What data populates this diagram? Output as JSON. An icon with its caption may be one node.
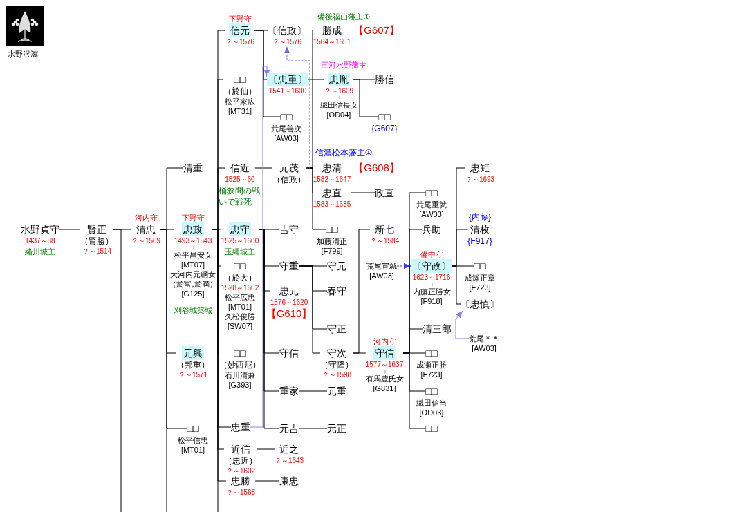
{
  "diagram": {
    "nodes": [
      {
        "text": [
          "水野貞守",
          "1437～88"
        ],
        "beside": [
          "緒川城主"
        ]
      },
      {
        "text": [
          "賢正",
          "（賢勝）",
          "？～1514"
        ]
      },
      {
        "text": [
          "河内守",
          "清忠",
          "？～1509"
        ]
      },
      {
        "text": [
          "清重"
        ]
      },
      {
        "text": [
          "下野守",
          "忠政",
          "1493～1543"
        ],
        "beside": [
          "松平昌安女",
          "[MT07]",
          "大河内元綱女",
          "（於富,於満）",
          "[G125]",
          "刈谷城築城"
        ]
      },
      {
        "text": [
          "元興",
          "（邦重）",
          "？～1571"
        ]
      },
      {
        "text": [
          "□□"
        ],
        "beside": [
          "松平信忠",
          "[MT01]"
        ]
      },
      {
        "text": [
          "下野守",
          "信元",
          "？～1576"
        ]
      },
      {
        "text": [
          "□□",
          "（於仙）"
        ],
        "beside": [
          "松平家広",
          "[MT31]"
        ]
      },
      {
        "text": [
          "信近",
          "1525～60"
        ],
        "beside": [
          "桶狭間の戦いで戦死"
        ]
      },
      {
        "text": [
          "忠守",
          "1525～1600"
        ],
        "beside": [
          "玉縄城主"
        ]
      },
      {
        "text": [
          "□□",
          "（於大）",
          "1528～1602"
        ],
        "beside": [
          "松平広忠",
          "[MT01]",
          "久松俊勝",
          "[SW07]"
        ]
      },
      {
        "text": [
          "□□",
          "（妙西尼）"
        ],
        "beside": [
          "石川清兼",
          "[G393]"
        ]
      },
      {
        "text": [
          "忠重"
        ]
      },
      {
        "text": [
          "近信",
          "（忠近）",
          "？～1602"
        ]
      },
      {
        "text": [
          "忠勝",
          "？～1568"
        ]
      },
      {
        "text": [
          "〔信政〕",
          "？～1576"
        ]
      },
      {
        "text": [
          "〔忠重〕",
          "1541～1600"
        ]
      },
      {
        "text": [
          "□□"
        ],
        "beside": [
          "荒尾善次",
          "[AW03]"
        ]
      },
      {
        "text": [
          "元茂",
          "（信政）"
        ]
      },
      {
        "text": [
          "吉守"
        ]
      },
      {
        "text": [
          "守重"
        ]
      },
      {
        "text": [
          "忠元",
          "1576～1620"
        ],
        "beside": [
          "【G610】"
        ]
      },
      {
        "text": [
          "守信"
        ]
      },
      {
        "text": [
          "重家"
        ]
      },
      {
        "text": [
          "元吉"
        ]
      },
      {
        "text": [
          "近之",
          "？～1643"
        ]
      },
      {
        "text": [
          "康忠"
        ]
      },
      {
        "text": [
          "忠胤",
          "？～1609"
        ],
        "beside": [
          "織田信長女",
          "[OD04]"
        ]
      },
      {
        "text": [
          "勝信"
        ]
      },
      {
        "text": [
          "□□"
        ],
        "beside": [
          "{G607}"
        ]
      },
      {
        "text": [
          "勝成",
          "1564～1651"
        ],
        "beside": [
          "【G607】"
        ]
      },
      {
        "text": [
          "忠清",
          "1582～1647"
        ],
        "beside": [
          "【G608】"
        ]
      },
      {
        "text": [
          "忠直",
          "1583～1635"
        ]
      },
      {
        "text": [
          "政直"
        ]
      },
      {
        "text": [
          "□□"
        ],
        "beside": [
          "加藤清正",
          "[F799]"
        ]
      },
      {
        "text": [
          "守元"
        ]
      },
      {
        "text": [
          "春守"
        ]
      },
      {
        "text": [
          "守正"
        ]
      },
      {
        "text": [
          "守次",
          "（守隆）",
          "？～1598"
        ]
      },
      {
        "text": [
          "元重"
        ]
      },
      {
        "text": [
          "元正"
        ]
      },
      {
        "text": [
          "河内守",
          "守信",
          "1577～1637"
        ],
        "beside": [
          "有馬豊氏女",
          "[G831]"
        ]
      },
      {
        "text": [
          "新七",
          "？～1584"
        ]
      },
      {
        "text": [
          "荒尾宣就",
          "[AW03]"
        ]
      },
      {
        "text": [
          "□□"
        ],
        "beside": [
          "荒尾重就",
          "[AW03]"
        ]
      },
      {
        "text": [
          "兵助"
        ]
      },
      {
        "text": [
          "備中守",
          "〔守政〕",
          "1623～1716"
        ],
        "beside": [
          "内藤正勝女",
          "[F918]"
        ]
      },
      {
        "text": [
          "清三郎"
        ]
      },
      {
        "text": [
          "□□"
        ],
        "beside": [
          "成瀬正勝",
          "[F723]"
        ]
      },
      {
        "text": [
          "□□"
        ],
        "beside": [
          "織田信当",
          "[OD03]"
        ]
      },
      {
        "text": [
          "□□"
        ]
      },
      {
        "text": [
          "忠矩",
          "？～1693"
        ]
      },
      {
        "text": [
          "{内藤}",
          "清枚",
          "{F917}"
        ]
      },
      {
        "text": [
          "□□"
        ],
        "beside": [
          "成瀬正章",
          "[F723]"
        ]
      },
      {
        "text": [
          "〔忠慎〕"
        ]
      },
      {
        "text": [
          "荒尾＊＊",
          "[AW03]"
        ]
      }
    ],
    "edges": [
      {
        "from": 0,
        "to": 1,
        "arrow": "none"
      },
      {
        "from": 1,
        "to": 2,
        "arrow": "none"
      },
      {
        "from": 1,
        "to": null,
        "arrow": "none"
      },
      {
        "from": 2,
        "to": 3,
        "arrow": "none"
      },
      {
        "from": 2,
        "to": 4,
        "arrow": "none"
      },
      {
        "from": 2,
        "to": 5,
        "arrow": "none"
      },
      {
        "from": 2,
        "to": 6,
        "arrow": "none"
      },
      {
        "from": 2,
        "to": null,
        "arrow": "none"
      },
      {
        "from": 4,
        "to": 7,
        "arrow": "none"
      },
      {
        "from": 4,
        "to": 8,
        "arrow": "none"
      },
      {
        "from": 4,
        "to": 9,
        "arrow": "none"
      },
      {
        "from": 4,
        "to": 10,
        "arrow": "none"
      },
      {
        "from": 4,
        "to": 11,
        "arrow": "none"
      },
      {
        "from": 4,
        "to": 12,
        "arrow": "none"
      },
      {
        "from": 4,
        "to": 13,
        "arrow": "none"
      },
      {
        "from": 4,
        "to": 14,
        "arrow": "none"
      },
      {
        "from": 4,
        "to": 15,
        "arrow": "none"
      },
      {
        "from": 4,
        "to": null,
        "arrow": "none"
      },
      {
        "from": 7,
        "to": 16,
        "arrow": "none"
      },
      {
        "from": 7,
        "to": 17,
        "arrow": "none"
      },
      {
        "from": 7,
        "to": 18,
        "arrow": "none"
      },
      {
        "from": 9,
        "to": 19,
        "arrow": "none"
      },
      {
        "from": 10,
        "to": 20,
        "arrow": "none"
      },
      {
        "from": 10,
        "to": 21,
        "arrow": "none"
      },
      {
        "from": 10,
        "to": 22,
        "arrow": "none"
      },
      {
        "from": 10,
        "to": 23,
        "arrow": "none"
      },
      {
        "from": 10,
        "to": 24,
        "arrow": "none"
      },
      {
        "from": 10,
        "to": 25,
        "arrow": "none"
      },
      {
        "from": 14,
        "to": 26,
        "arrow": "none"
      },
      {
        "from": 15,
        "to": 27,
        "arrow": "none"
      },
      {
        "from": 17,
        "to": 28,
        "arrow": "none"
      },
      {
        "from": 28,
        "to": 29,
        "arrow": "none"
      },
      {
        "from": 28,
        "to": 30,
        "arrow": "none"
      },
      {
        "from": 19,
        "to": 31,
        "arrow": "none"
      },
      {
        "from": 19,
        "to": 32,
        "arrow": "none"
      },
      {
        "from": 19,
        "to": 33,
        "arrow": "none"
      },
      {
        "from": 19,
        "to": 35,
        "arrow": "none"
      },
      {
        "from": 33,
        "to": 34,
        "arrow": "none"
      },
      {
        "from": 21,
        "to": 36,
        "arrow": "none"
      },
      {
        "from": 21,
        "to": 37,
        "arrow": "none"
      },
      {
        "from": 21,
        "to": 38,
        "arrow": "none"
      },
      {
        "from": 21,
        "to": 39,
        "arrow": "none"
      },
      {
        "from": 24,
        "to": 40,
        "arrow": "none"
      },
      {
        "from": 25,
        "to": 41,
        "arrow": "none"
      },
      {
        "from": 39,
        "to": 43,
        "arrow": "none"
      },
      {
        "from": 39,
        "to": 42,
        "arrow": "none"
      },
      {
        "from": 42,
        "to": 45,
        "arrow": "none"
      },
      {
        "from": 42,
        "to": 46,
        "arrow": "none"
      },
      {
        "from": 42,
        "to": 47,
        "arrow": "none"
      },
      {
        "from": 42,
        "to": 48,
        "arrow": "none"
      },
      {
        "from": 42,
        "to": 49,
        "arrow": "none"
      },
      {
        "from": 42,
        "to": 50,
        "arrow": "none"
      },
      {
        "from": 42,
        "to": 51,
        "arrow": "none"
      },
      {
        "from": 47,
        "to": 52,
        "arrow": "none"
      },
      {
        "from": 47,
        "to": 53,
        "arrow": "none"
      },
      {
        "from": 47,
        "to": 54,
        "arrow": "none"
      },
      {
        "from": 47,
        "to": 55,
        "arrow": "none"
      },
      {
        "from": 19,
        "to": 16,
        "arrow": "to",
        "style": "dashed",
        "color": "#6666ff"
      },
      {
        "from": 13,
        "to": 17,
        "arrow": "to",
        "color": "#8080ff"
      },
      {
        "from": 44,
        "to": 47,
        "arrow": "to",
        "style": "dashed",
        "color": "#3333ff"
      },
      {
        "from": 56,
        "to": 55,
        "arrow": "to",
        "color": "#8080ff"
      }
    ],
    "labels": [
      "備後福山藩主①",
      "水野沢瀉",
      "三河水野藩主",
      "信濃松本藩主①"
    ]
  }
}
